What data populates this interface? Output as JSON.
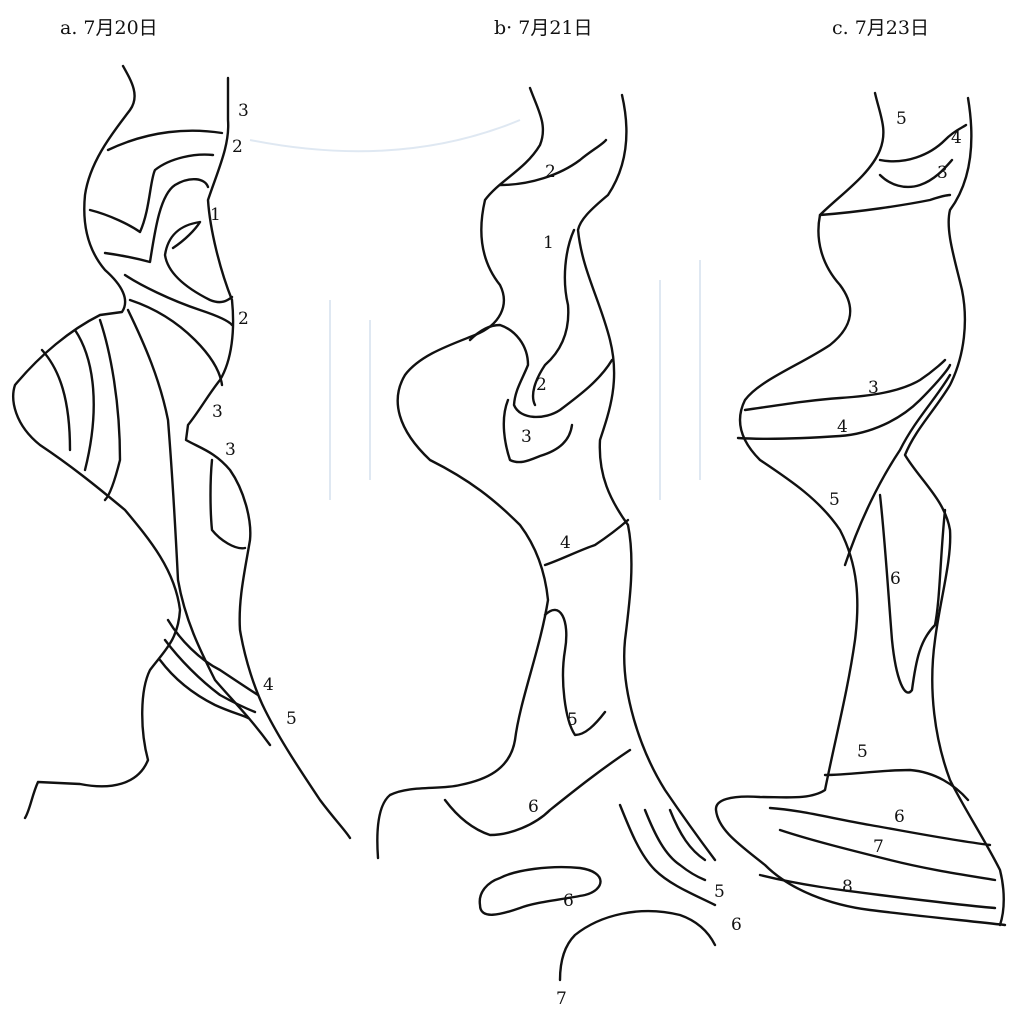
{
  "panels": [
    {
      "title": "a. 7月20日",
      "labels": [
        "3",
        "2",
        "1",
        "2",
        "3",
        "3",
        "4",
        "5"
      ]
    },
    {
      "title": "b· 7月21日",
      "labels": [
        "2",
        "1",
        "2",
        "3",
        "4",
        "5",
        "6",
        "6",
        "5",
        "6",
        "7"
      ]
    },
    {
      "title": "c. 7月23日",
      "labels": [
        "5",
        "4",
        "3",
        "3",
        "4",
        "5",
        "6",
        "5",
        "6",
        "7",
        "8"
      ]
    }
  ],
  "colors": {
    "line": "#111111",
    "background": "#ffffff"
  }
}
